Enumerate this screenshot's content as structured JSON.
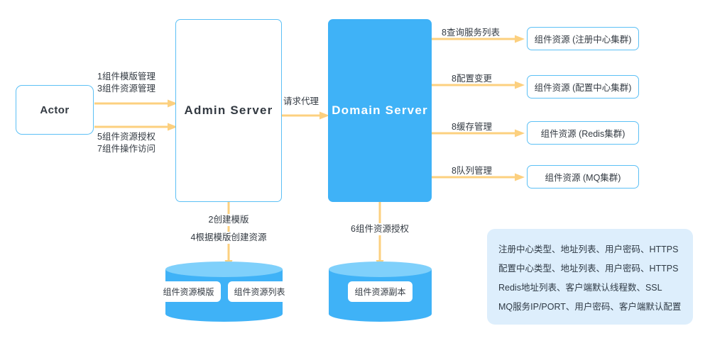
{
  "nodes": {
    "actor": "Actor",
    "admin_server": "Admin  Server",
    "domain_server": "Domain  Server"
  },
  "edges": {
    "actor_to_admin_top_1": "1组件模版管理",
    "actor_to_admin_top_2": "3组件资源管理",
    "actor_to_admin_bottom_1": "5组件资源授权",
    "actor_to_admin_bottom_2": "7组件操作访问",
    "admin_to_domain": "请求代理",
    "admin_to_store_1": "2创建模版",
    "admin_to_store_2": "4根据模版创建资源",
    "domain_to_store": "6组件资源授权",
    "domain_to_registry": "8查询服务列表",
    "domain_to_config": "8配置变更",
    "domain_to_redis": "8缓存管理",
    "domain_to_mq": "8队列管理"
  },
  "resources": [
    {
      "label": "组件资源 (注册中心集群)"
    },
    {
      "label": "组件资源 (配置中心集群)"
    },
    {
      "label": "组件资源 (Redis集群)"
    },
    {
      "label": "组件资源 (MQ集群)"
    }
  ],
  "stores": {
    "admin_store_chips": [
      "组件资源模版",
      "组件资源列表"
    ],
    "domain_store_chips": [
      "组件资源副本"
    ]
  },
  "legend": {
    "lines": [
      "注册中心类型、地址列表、用户密码、HTTPS",
      "配置中心类型、地址列表、用户密码、HTTPS",
      "Redis地址列表、客户端默认线程数、SSL",
      "MQ服务IP/PORT、用户密码、客户端默认配置"
    ]
  },
  "colors": {
    "primary_blue": "#3fb2f7",
    "light_blue": "#7fd0fb",
    "border_blue": "#5cc0f5",
    "arrow_amber": "#fcd07f",
    "legend_bg": "#ddeefc",
    "text_dark": "#333a42"
  }
}
